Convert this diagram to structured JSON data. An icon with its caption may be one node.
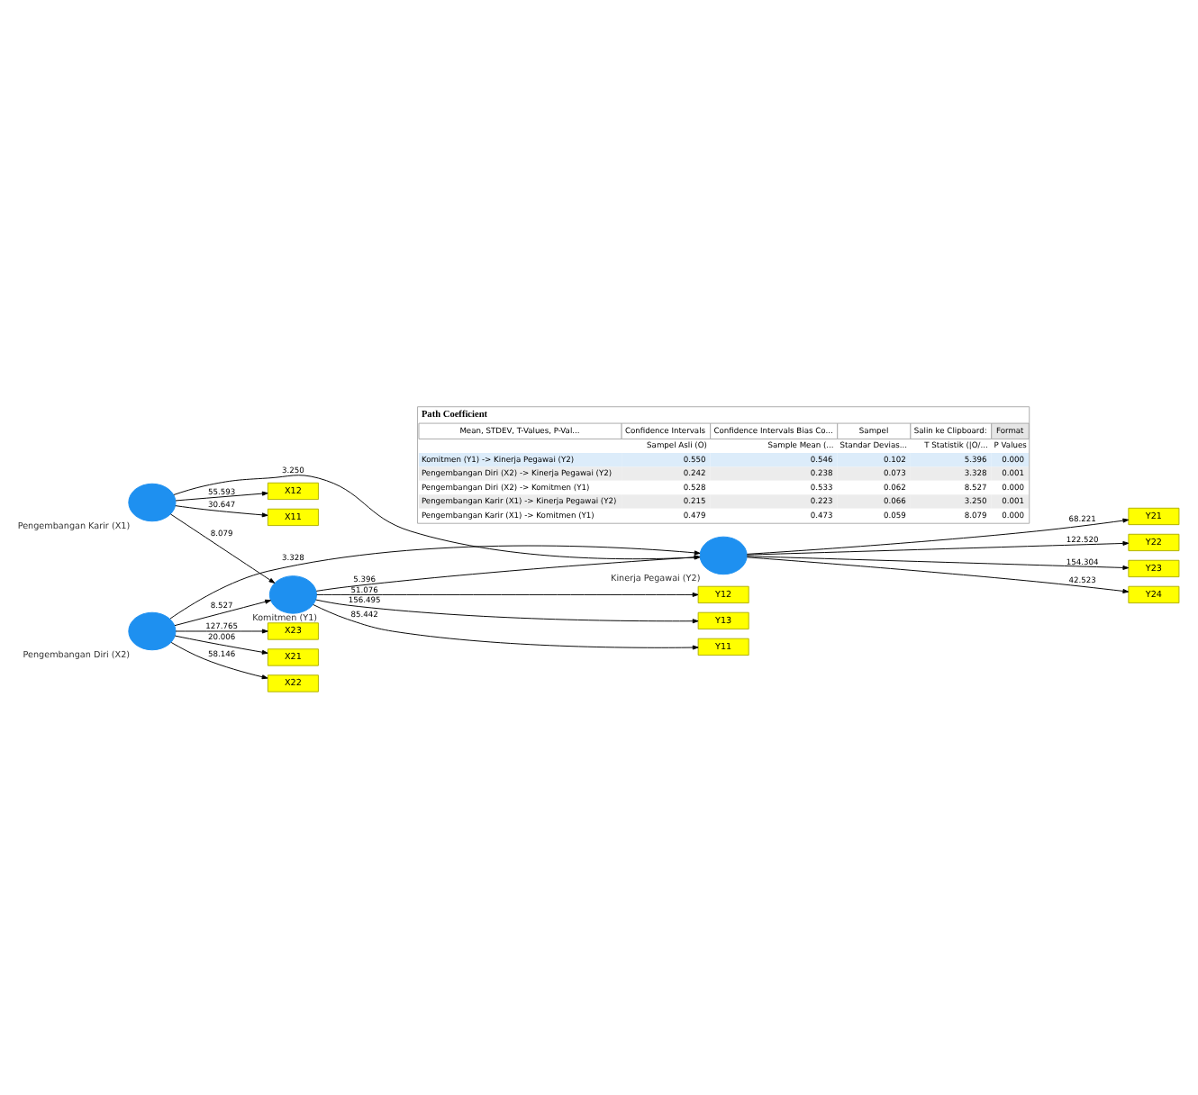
{
  "diagram": {
    "nodes": [
      {
        "text": [
          "Y11"
        ]
      },
      {
        "text": [
          "Y12"
        ]
      },
      {
        "text": [
          "Y13"
        ]
      },
      {
        "text": [
          "X11"
        ]
      },
      {
        "text": [
          "X12"
        ]
      },
      {
        "text": [
          "Pengembangan Karir (X1)"
        ]
      },
      {
        "text": [
          "Komitmen (Y1)"
        ]
      },
      {
        "text": [
          "X21"
        ]
      },
      {
        "text": [
          "X22"
        ]
      },
      {
        "text": [
          "X23"
        ]
      },
      {
        "text": [
          "Pengembangan Diri (X2)"
        ]
      },
      {
        "text": [
          "Kinerja Pegawai (Y2)"
        ]
      },
      {
        "text": [
          "Y21"
        ]
      },
      {
        "text": [
          "Y22"
        ]
      },
      {
        "text": [
          "Y23"
        ]
      },
      {
        "text": [
          "Y24"
        ]
      }
    ],
    "edges": [
      {
        "from": 5,
        "to": 3,
        "arrow": "to",
        "label": "30.647"
      },
      {
        "from": 5,
        "to": 4,
        "arrow": "to",
        "label": "55.593"
      },
      {
        "from": 6,
        "to": 0,
        "arrow": "to",
        "label": "85.442"
      },
      {
        "from": 6,
        "to": 1,
        "arrow": "to",
        "label": "51.076"
      },
      {
        "from": 6,
        "to": 2,
        "arrow": "to",
        "label": "156.495"
      },
      {
        "from": 5,
        "to": 6,
        "arrow": "to",
        "label": "8.079"
      },
      {
        "from": 5,
        "to": 11,
        "arrow": "to",
        "label": "3.250"
      },
      {
        "from": 10,
        "to": 6,
        "arrow": "to",
        "label": "8.527"
      },
      {
        "from": 6,
        "to": 11,
        "arrow": "to",
        "label": "5.396"
      },
      {
        "from": 10,
        "to": 7,
        "arrow": "to",
        "label": "20.006"
      },
      {
        "from": 10,
        "to": 8,
        "arrow": "to",
        "label": "58.146"
      },
      {
        "from": 10,
        "to": 9,
        "arrow": "to",
        "label": "127.765"
      },
      {
        "from": 10,
        "to": 11,
        "arrow": "to",
        "label": "3.328"
      },
      {
        "from": 11,
        "to": 12,
        "arrow": "to",
        "label": "68.221"
      },
      {
        "from": 11,
        "to": 13,
        "arrow": "to",
        "label": "122.520"
      },
      {
        "from": 11,
        "to": 14,
        "arrow": "to",
        "label": "154.304"
      },
      {
        "from": 11,
        "to": 15,
        "arrow": "to",
        "label": "42.523"
      }
    ],
    "labels": [
      "Path Coefficient",
      "Mean, STDEV, T-Values, P-Val...",
      "Confidence Intervals",
      "Confidence Intervals Bias Co...",
      "Sampel",
      "Salin ke Clipboard:",
      "Format",
      "Sampel Asli (O)",
      "Sample Mean (...",
      "Standar Devias...",
      "T Statistik (|O/...",
      "P Values",
      "Komitmen (Y1) -> Kinerja Pegawai (Y2)",
      "0.550",
      "0.546",
      "0.102",
      "5.396",
      "0.000",
      "Pengembangan Diri (X2) -> Kinerja Pegawai (Y2)",
      "0.242",
      "0.238",
      "0.073",
      "3.328",
      "0.001",
      "Pengembangan Diri (X2) -> Komitmen (Y1)",
      "0.528",
      "0.533",
      "0.062",
      "8.527",
      "0.000",
      "Pengembangan Karir (X1) -> Kinerja Pegawai (Y2)",
      "0.215",
      "0.223",
      "0.066",
      "3.250",
      "0.001",
      "Pengembangan Karir (X1) -> Komitmen (Y1)",
      "0.479",
      "0.473",
      "0.059",
      "8.079",
      "0.000"
    ]
  }
}
